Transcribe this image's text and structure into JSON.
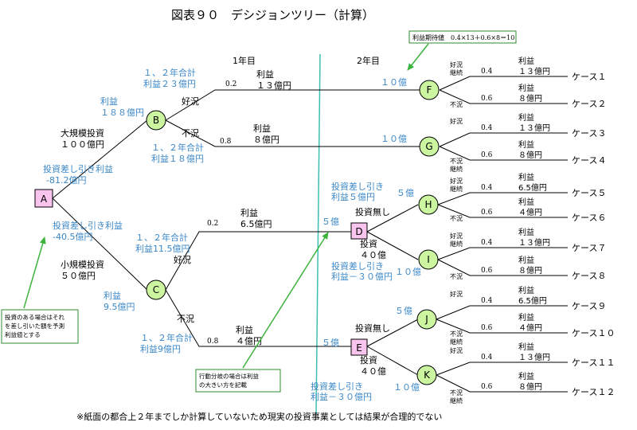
{
  "title": "図表９０　デシジョンツリー（計算）",
  "year1": "1年目",
  "year2": "2年目",
  "footnote": "※紙面の都合上２年までしか計算していないため現実の投資事業としては結果が合理的でない",
  "colors": {
    "blue_text": "#3a87c8",
    "node_fill": "#ccf5a0",
    "decision_fill": "#f9c4ee",
    "callout_border": "#2e8b2e",
    "year_line": "#3cbfb0",
    "arrow": "#3cb33c"
  },
  "nodes": {
    "A": "A",
    "B": "B",
    "C": "C",
    "D": "D",
    "E": "E",
    "F": "F",
    "G": "G",
    "H": "H",
    "I": "I",
    "J": "J",
    "K": "K"
  },
  "callouts": {
    "expected_value": "利益期待値　0.4×13＋0.6×8＝10",
    "investment_note": [
      "投資のある場合はそれ",
      "を差し引いた額を予測",
      "利益値とする"
    ],
    "branch_note": [
      "行動分岐の場合は利益",
      "の大きい方を記載"
    ]
  },
  "labels": {
    "profit188": [
      "利益",
      "１８８億円"
    ],
    "big_invest": [
      "大規模投資",
      "１００億円"
    ],
    "net_minus812": [
      "投資差し引き利益",
      "-81.2億円"
    ],
    "net_minus405": [
      "投資差し引き利益",
      "-40.5億円"
    ],
    "small_invest": [
      "小規模投資",
      "５０億円"
    ],
    "profit95": [
      "利益",
      "9.5億円"
    ],
    "sum23": [
      "１、２年合計",
      "利益２３億円"
    ],
    "sum18": [
      "１、２年合計",
      "利益１８億円"
    ],
    "sum115": [
      "１、２年合計",
      "利益11.5億円"
    ],
    "sum9": [
      "１、２年合計",
      "利益9億円"
    ],
    "good": "好況",
    "bad": "不況",
    "p02": "0.2",
    "p08": "0.8",
    "b_good_profit": [
      "利益",
      "１３億円"
    ],
    "b_bad_profit": [
      "利益",
      "８億円"
    ],
    "c_good_profit": [
      "利益",
      "6.5億円"
    ],
    "c_bad_profit": [
      "利益",
      "４億円"
    ],
    "f_val": "１０億",
    "g_val": "１０億",
    "d_val": "５億",
    "e_val": "５億",
    "d_net": [
      "投資差し引き",
      "利益５億円"
    ],
    "i_net": [
      "投資差し引き",
      "利益－３０億円"
    ],
    "k_net": [
      "投資差し引き",
      "利益－３０億円"
    ],
    "h_val": "５億",
    "i_val": "１０億",
    "j_val": "５億",
    "k_val": "１０億",
    "no_invest": "投資無し",
    "invest40": [
      "投資",
      "４０億"
    ]
  },
  "leaf_branches": [
    {
      "cond": [
        "好況",
        "継続"
      ],
      "p": "0.4",
      "profit": [
        "利益",
        "１３億円"
      ],
      "case": "ケース１"
    },
    {
      "cond": [
        "不況"
      ],
      "p": "0.6",
      "profit": [
        "利益",
        "８億円"
      ],
      "case": "ケース２"
    },
    {
      "cond": [
        "好況"
      ],
      "p": "0.4",
      "profit": [
        "利益",
        "１３億円"
      ],
      "case": "ケース３"
    },
    {
      "cond": [
        "不況",
        "継続"
      ],
      "p": "0.6",
      "profit": [
        "利益",
        "８億円"
      ],
      "case": "ケース４"
    },
    {
      "cond": [
        "好況",
        "継続"
      ],
      "p": "0.4",
      "profit": [
        "利益",
        "6.5億円"
      ],
      "case": "ケース５"
    },
    {
      "cond": [
        "不況"
      ],
      "p": "0.6",
      "profit": [
        "利益",
        "４億円"
      ],
      "case": "ケース６"
    },
    {
      "cond": [
        "好況",
        "継続"
      ],
      "p": "0.4",
      "profit": [
        "利益",
        "１３億円"
      ],
      "case": "ケース７"
    },
    {
      "cond": [
        "不況"
      ],
      "p": "0.6",
      "profit": [
        "利益",
        "８億円"
      ],
      "case": "ケース８"
    },
    {
      "cond": [
        "好況"
      ],
      "p": "0.4",
      "profit": [
        "利益",
        "6.5億円"
      ],
      "case": "ケース９"
    },
    {
      "cond": [
        "不況",
        "継続"
      ],
      "p": "0.6",
      "profit": [
        "利益",
        "４億円"
      ],
      "case": "ケース１０"
    },
    {
      "cond": [
        "好況"
      ],
      "p": "0.4",
      "profit": [
        "利益",
        "１３億円"
      ],
      "case": "ケース１１"
    },
    {
      "cond": [
        "不況",
        "継続"
      ],
      "p": "0.6",
      "profit": [
        "利益",
        "８億円"
      ],
      "case": "ケース１２"
    }
  ]
}
